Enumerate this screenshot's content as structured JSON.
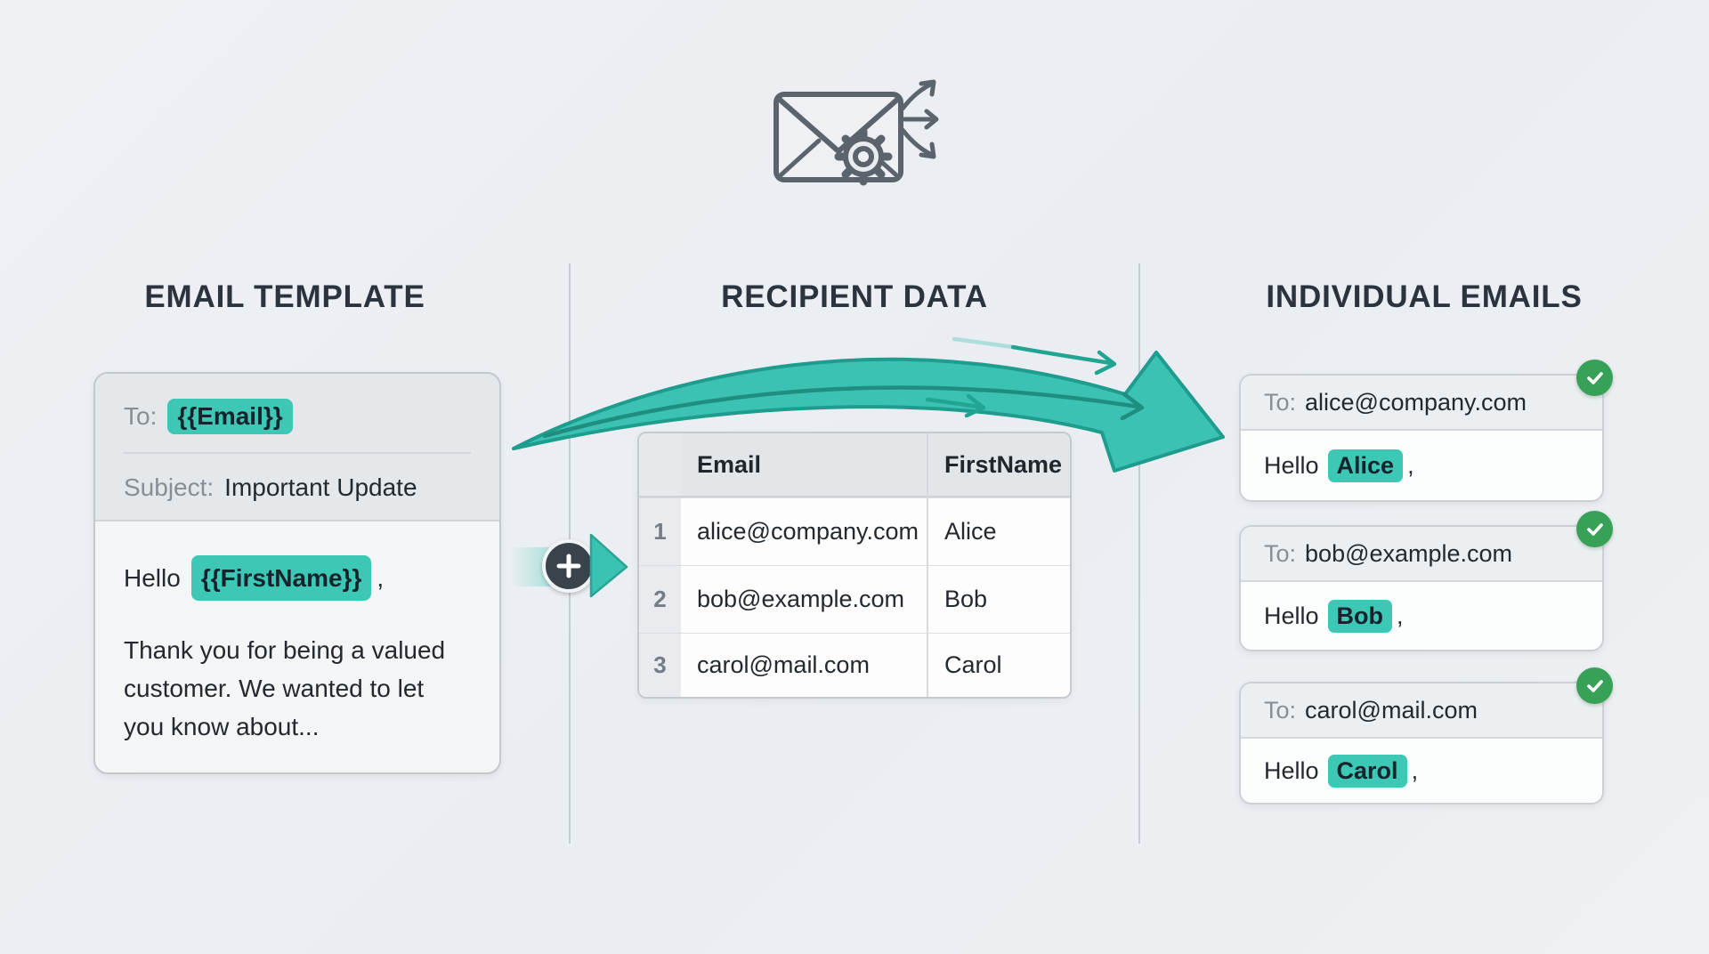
{
  "columns": {
    "left_title": "EMAIL TEMPLATE",
    "middle_title": "RECIPIENT DATA",
    "right_title": "INDIVIDUAL EMAILS"
  },
  "template_card": {
    "to_label": "To:",
    "to_value": "{{Email}}",
    "subject_label": "Subject:",
    "subject_value": "Important Update",
    "greeting_prefix": "Hello",
    "greeting_variable": "{{FirstName}}",
    "greeting_suffix": ",",
    "body_text": "Thank you for being a valued customer. We wanted to let you know about..."
  },
  "connector": {
    "plus_symbol": "+"
  },
  "recipient_table": {
    "headers": {
      "email": "Email",
      "first_name": "FirstName"
    },
    "rows": [
      {
        "num": "1",
        "email": "alice@company.com",
        "first_name": "Alice"
      },
      {
        "num": "2",
        "email": "bob@example.com",
        "first_name": "Bob"
      },
      {
        "num": "3",
        "email": "carol@mail.com",
        "first_name": "Carol"
      }
    ]
  },
  "emails": [
    {
      "to_label": "To:",
      "to_value": "alice@company.com",
      "greeting_prefix": "Hello",
      "name": "Alice",
      "suffix": ","
    },
    {
      "to_label": "To:",
      "to_value": "bob@example.com",
      "greeting_prefix": "Hello",
      "name": "Bob",
      "suffix": ","
    },
    {
      "to_label": "To:",
      "to_value": "carol@mail.com",
      "greeting_prefix": "Hello",
      "name": "Carol",
      "suffix": ","
    }
  ],
  "icons": {
    "hero": "envelope-gear-fanout",
    "merge_arrow": "curved-merge-arrow",
    "check": "checkmark"
  },
  "colors": {
    "accent_teal": "#3dc8b6",
    "arrow_teal": "#3cc2b2",
    "arrow_stroke": "#1e9c8d",
    "success_green": "#36a157",
    "dark_badge": "#39434c",
    "title_text": "#2b333e",
    "muted_label": "#878e96"
  }
}
